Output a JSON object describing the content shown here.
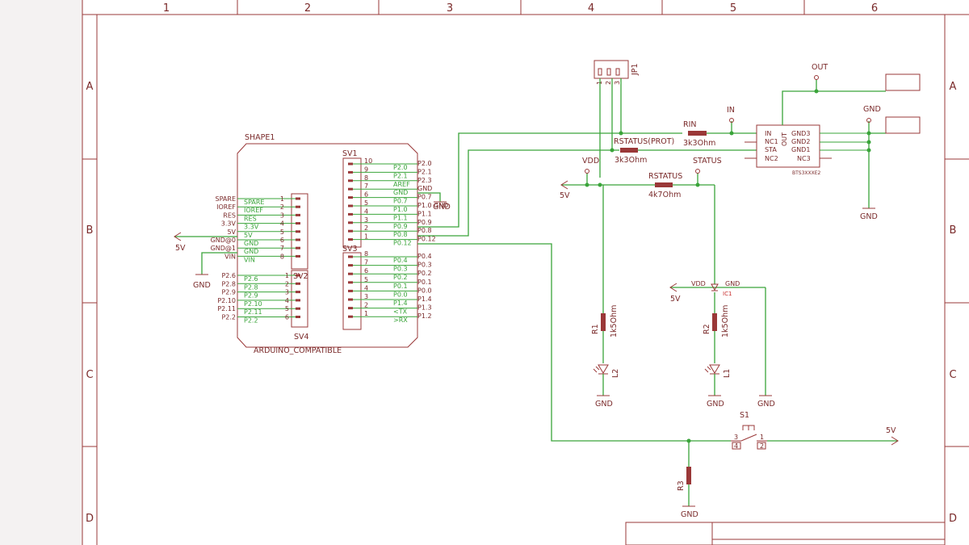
{
  "zones": {
    "columns": [
      "1",
      "2",
      "3",
      "4",
      "5",
      "6"
    ],
    "rows": [
      "A",
      "B",
      "C",
      "D"
    ]
  },
  "shield": {
    "title": "SHAPE1",
    "subtitle": "ARDUINO_COMPATIBLE",
    "left_outer_labels": [
      "SPARE",
      "IOREF",
      "RES",
      "3.3V",
      "5V",
      "GND@0",
      "GND@1",
      "VIN"
    ],
    "left_inner_labels": [
      "SPARE",
      "IOREF",
      "RES",
      "3.3V",
      "5V",
      "GND",
      "GND",
      "VIN"
    ],
    "left_pins": [
      "1",
      "2",
      "3",
      "4",
      "5",
      "6",
      "7",
      "8"
    ],
    "bottom_outer_labels": [
      "P2.6",
      "P2.8",
      "P2.9",
      "P2.10",
      "P2.11",
      "P2.2"
    ],
    "bottom_inner_labels": [
      "P2.6",
      "P2.8",
      "P2.9",
      "P2.10",
      "P2.11",
      "P2.2"
    ],
    "bottom_pins": [
      "1",
      "2",
      "3",
      "4",
      "5",
      "6"
    ],
    "sv1": "SV1",
    "sv2": "SV2",
    "sv3": "SV3",
    "sv4": "SV4",
    "right_top_pins": [
      "10",
      "9",
      "8",
      "7",
      "6",
      "5",
      "4",
      "3",
      "2",
      "1"
    ],
    "right_top_inner": [
      "P2.0",
      "P2.1",
      "AREF",
      "GND",
      "P0.7",
      "P1.0",
      "P1.1",
      "P0.9",
      "P0.8",
      "P0.12"
    ],
    "right_top_outer": [
      "P2.0",
      "P2.1",
      "P2.3",
      "GND",
      "P0.7",
      "P1.0 GND",
      "P1.1",
      "P0.9",
      "P0.8",
      "P0.12"
    ],
    "right_bot_pins": [
      "8",
      "7",
      "6",
      "5",
      "4",
      "3",
      "2",
      "1"
    ],
    "right_bot_inner": [
      "P0.4",
      "P0.3",
      "P0.2",
      "P0.1",
      "P0.0",
      "P1.4",
      "<TX",
      ">RX"
    ],
    "right_bot_outer": [
      "P0.4",
      "P0.3",
      "P0.2",
      "P0.1",
      "P0.0",
      "P1.4",
      "P1.3",
      "P1.2"
    ]
  },
  "supplies": {
    "five_v": "5V",
    "gnd": "GND",
    "vdd": "VDD",
    "in": "IN",
    "out": "OUT",
    "status": "STATUS"
  },
  "parts": {
    "jp1": {
      "name": "JP1",
      "pins": [
        "1",
        "2",
        "3"
      ]
    },
    "rin": {
      "name": "RIN",
      "value": "3k3Ohm"
    },
    "rstatus_prot": {
      "name": "RSTATUS(PROT)",
      "value": "3k3Ohm"
    },
    "rstatus": {
      "name": "RSTATUS",
      "value": "4k7Ohm"
    },
    "ic": {
      "pins_left": [
        "IN",
        "NC1",
        "STA",
        "NC2"
      ],
      "pin_out": "OUT",
      "pins_right": [
        "GND3",
        "GND2",
        "GND1",
        "NC3"
      ],
      "value": "BTS3XXXE2"
    },
    "ic1": {
      "name": "IC1",
      "vdd": "VDD",
      "gnd": "GND"
    },
    "r1": {
      "name": "R1",
      "value": "1k5Ohm"
    },
    "r2": {
      "name": "R2",
      "value": "1k5Ohm"
    },
    "r3": {
      "name": "R3"
    },
    "l1": {
      "name": "L1"
    },
    "l2": {
      "name": "L2"
    },
    "s1": {
      "name": "S1",
      "pins": [
        "3",
        "4",
        "1",
        "2"
      ]
    }
  },
  "colors": {
    "frame": "#9a3838",
    "wire": "#3aa43a",
    "background": "#f4f2f2"
  }
}
